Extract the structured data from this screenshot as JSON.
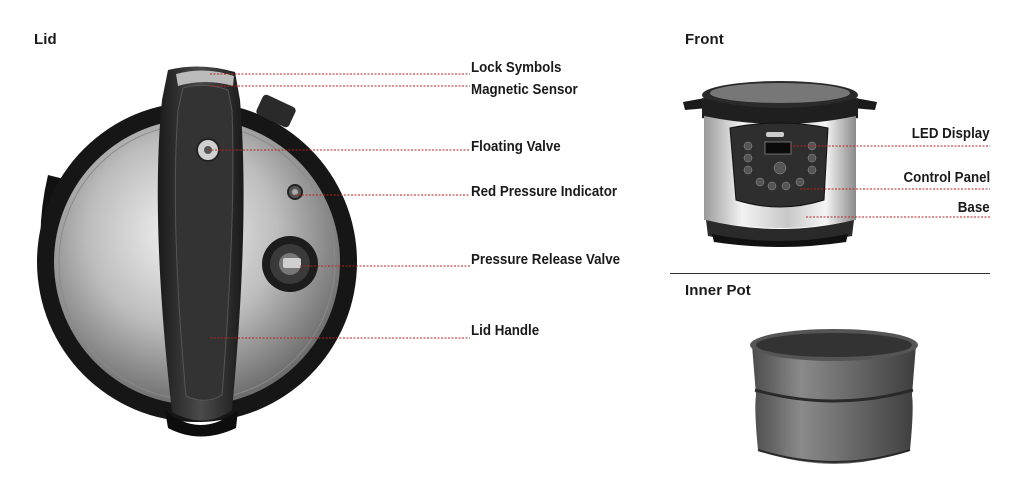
{
  "sections": {
    "lid": "Lid",
    "front": "Front",
    "inner_pot": "Inner Pot"
  },
  "lid_labels": {
    "lock_symbols": "Lock Symbols",
    "magnetic_sensor": "Magnetic Sensor",
    "floating_valve": "Floating Valve",
    "red_pressure_indicator": "Red Pressure Indicator",
    "pressure_release_valve": "Pressure Release Valve",
    "lid_handle": "Lid Handle"
  },
  "front_labels": {
    "led_display": "LED Display",
    "control_panel": "Control Panel",
    "base": "Base"
  },
  "colors": {
    "leader_line": "#b22222",
    "text": "#1a1a1a"
  }
}
